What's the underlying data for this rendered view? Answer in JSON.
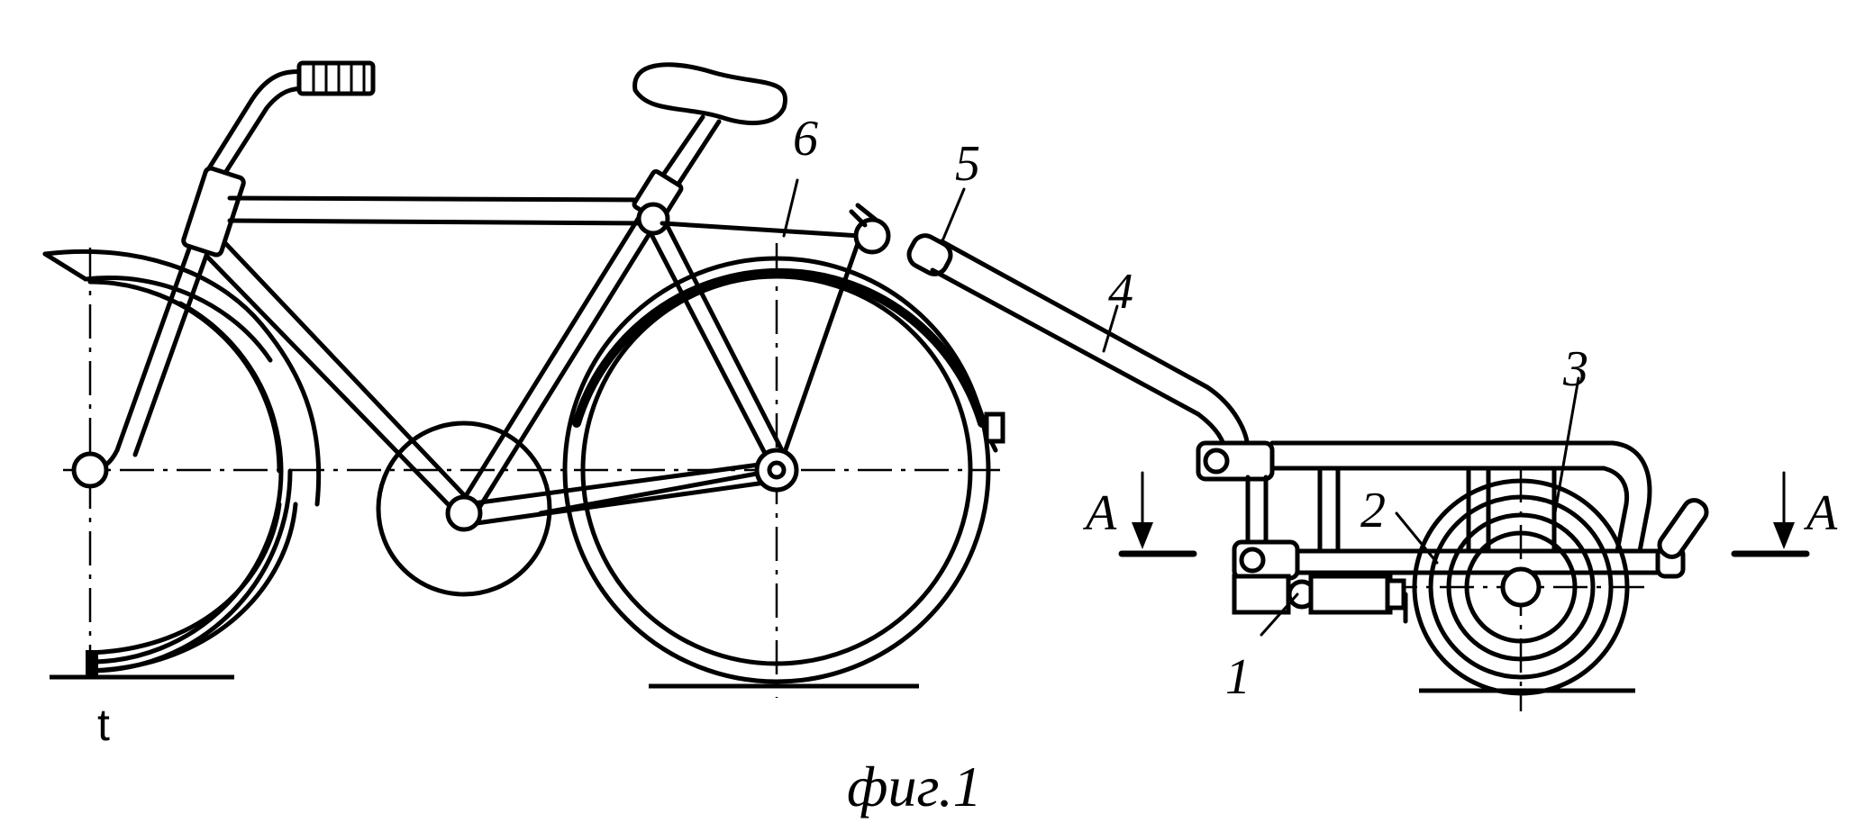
{
  "labels": {
    "l1": "1",
    "l2": "2",
    "l3": "3",
    "l4": "4",
    "l5": "5",
    "l6": "6",
    "section_left": "A",
    "section_right": "A",
    "ground_mark": "t"
  },
  "caption": "фиг.1"
}
